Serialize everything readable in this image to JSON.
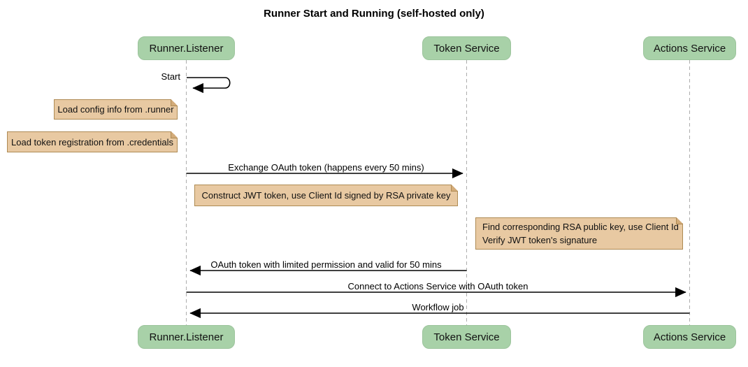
{
  "title": "Runner Start and Running (self-hosted only)",
  "diagram_type": "sequence",
  "colors": {
    "participant_fill": "#a8d1a8",
    "note_fill": "#e8c9a2",
    "note_border": "#ae8a53",
    "lifeline": "#adadad",
    "arrow": "#000000",
    "background": "#ffffff"
  },
  "participants": [
    {
      "name": "Runner.Listener"
    },
    {
      "name": "Token Service"
    },
    {
      "name": "Actions Service"
    }
  ],
  "messages": {
    "start": {
      "label": "Start",
      "from": "Runner.Listener",
      "to": "Runner.Listener",
      "kind": "self"
    },
    "exchange": {
      "label": "Exchange OAuth token (happens every 50 mins)",
      "from": "Runner.Listener",
      "to": "Token Service"
    },
    "oauth_return": {
      "label": "OAuth token with limited permission and valid for 50 mins",
      "from": "Token Service",
      "to": "Runner.Listener"
    },
    "connect": {
      "label": "Connect to Actions Service with OAuth token",
      "from": "Runner.Listener",
      "to": "Actions Service"
    },
    "workflow": {
      "label": "Workflow job",
      "from": "Actions Service",
      "to": "Runner.Listener"
    }
  },
  "notes": {
    "load_config": {
      "lines": [
        "Load config info from .runner"
      ],
      "over": "Runner.Listener"
    },
    "load_token": {
      "lines": [
        "Load token registration from .credentials"
      ],
      "over": "Runner.Listener"
    },
    "construct_jwt": {
      "lines": [
        "Construct JWT token, use Client Id signed by RSA private key"
      ],
      "over": "Token Service"
    },
    "find_rsa": {
      "lines": [
        "Find corresponding RSA public key, use Client Id",
        "Verify JWT token's signature"
      ],
      "over": "Token Service"
    }
  }
}
